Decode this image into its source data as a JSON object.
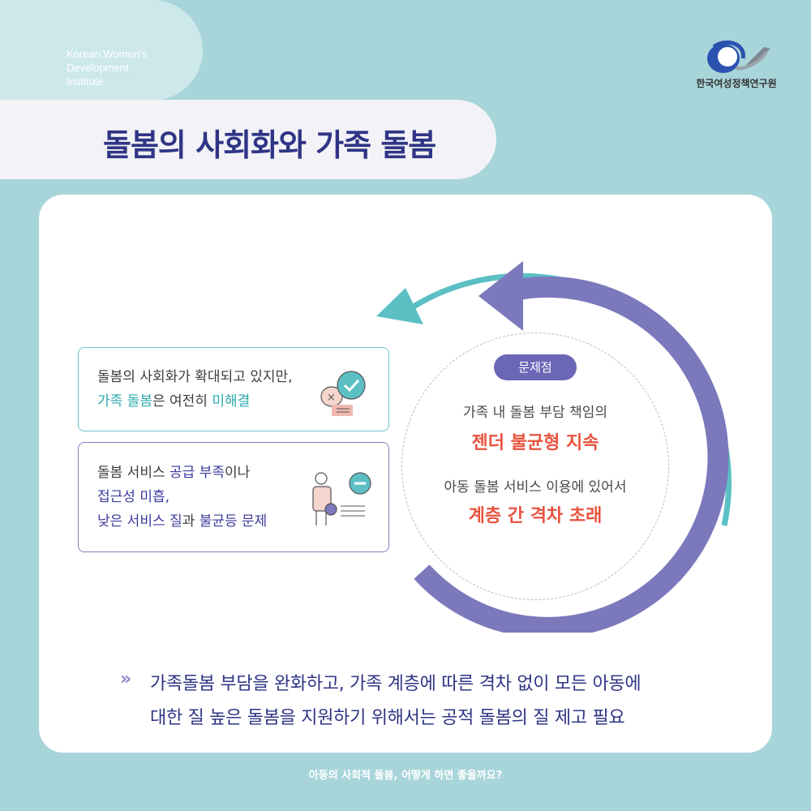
{
  "header": {
    "institute_name": "Korean Women's\nDevelopment\nInstitute",
    "logo_text": "한국여성정책연구원",
    "title": "돌봄의 사회화와 가족 돌봄"
  },
  "box1": {
    "line1": "돌봄의 사회화가 확대되고 있지만,",
    "line2_highlight": "가족 돌봄",
    "line2_middle": "은 여전히 ",
    "line2_end": "미해결",
    "icon": "speech-bubble-check-icon"
  },
  "box2": {
    "line1_start": "돌봄 서비스 ",
    "line1_highlight": "공급 부족",
    "line1_end": "이나",
    "line2": "접근성 미흡,",
    "line3_highlight": "낮은 서비스 질",
    "line3_middle": "과 ",
    "line3_end": "불균등 문제",
    "icon": "person-search-icon"
  },
  "problem": {
    "badge": "문제점",
    "item1_intro": "가족 내 돌봄 부담 책임의",
    "item1_emphasis": "젠더 불균형 지속",
    "item2_intro": "아동 돌봄 서비스 이용에 있어서",
    "item2_emphasis": "계층 간 격차 초래"
  },
  "conclusion": {
    "marker": "»",
    "line1": "가족돌봄 부담을 완화하고, 가족 계층에 따른 격차 없이 모든 아동에",
    "line2": "대한 질 높은 돌봄을 지원하기 위해서는 공적 돌봄의 질 제고 필요"
  },
  "footer": "아동의 사회적 돌봄, 어떻게 하면 좋을까요?",
  "colors": {
    "background": "#a8d5da",
    "title": "#2f3585",
    "teal": "#2aa8ad",
    "purple": "#6b67b6",
    "red": "#e8533e"
  }
}
